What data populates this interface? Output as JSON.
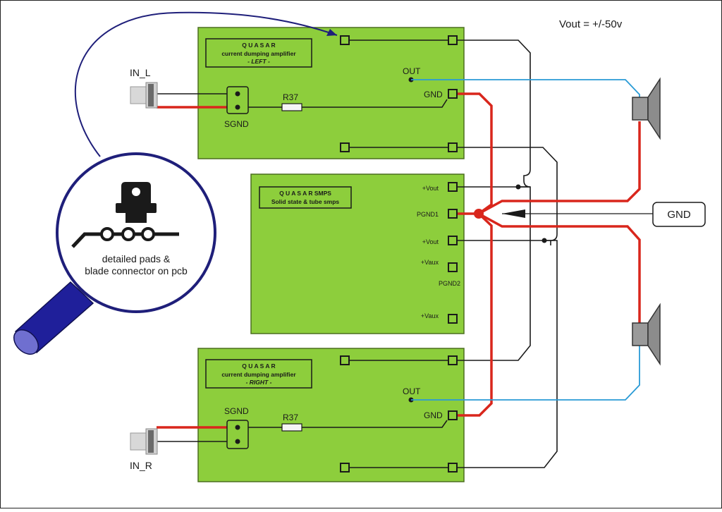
{
  "header": {
    "vout_note": "Vout = +/-50v"
  },
  "colors": {
    "board_fill": "#8dce3c",
    "board_stroke": "#4b6e1e",
    "wire_black": "#1a1a1a",
    "wire_red": "#d9261c",
    "wire_blue": "#2a9bd6",
    "magnifier": "#1f1f7a",
    "speaker_gray": "#8c8c8c"
  },
  "amp_left": {
    "title_line1": "Q U A S A R",
    "title_line2": "current dumping amplifier",
    "title_line3": "- LEFT -",
    "resistor": "R37",
    "sgnd": "SGND",
    "out": "OUT",
    "gnd": "GND"
  },
  "amp_right": {
    "title_line1": "Q U A S A R",
    "title_line2": "current dumping amplifier",
    "title_line3": "- RIGHT -",
    "resistor": "R37",
    "sgnd": "SGND",
    "out": "OUT",
    "gnd": "GND"
  },
  "smps": {
    "title_line1": "Q U A S A R   SMPS",
    "title_line2": "Solid state & tube smps",
    "pins": [
      "+Vout",
      "PGND1",
      "+Vout",
      "+Vaux",
      "PGND2",
      "+Vaux"
    ]
  },
  "inputs": {
    "left": "IN_L",
    "right": "IN_R"
  },
  "gnd_box": "GND",
  "magnifier": {
    "caption_line1": "detailed pads &",
    "caption_line2": "blade connector on pcb"
  }
}
